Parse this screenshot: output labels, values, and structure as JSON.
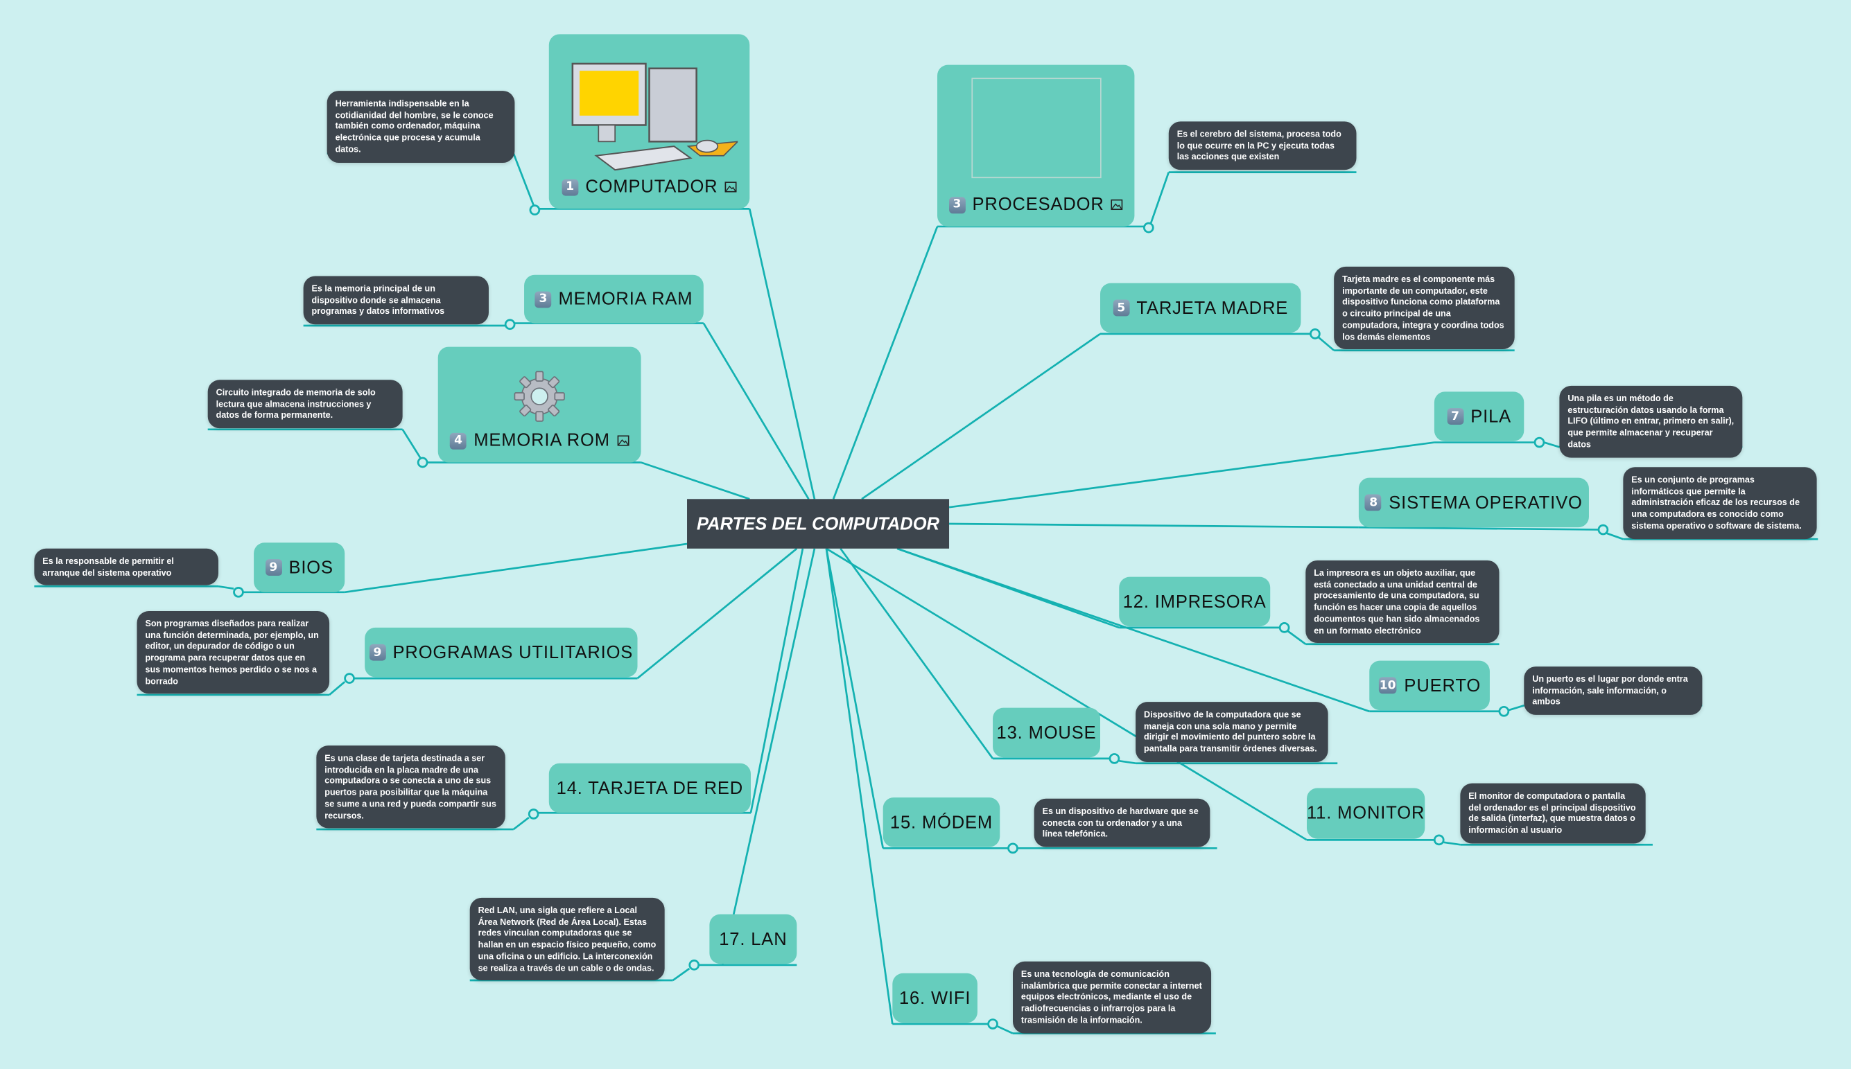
{
  "title": "PARTES DEL COMPUTADOR",
  "colors": {
    "background": "#cdf0f0",
    "node": "#66cdbd",
    "note": "#3d454d",
    "line": "#14b1b1"
  },
  "nodes": [
    {
      "badge": "1",
      "label": "COMPUTADOR",
      "note": "Herramienta indispensable en la cotidianidad del hombre, se le conoce también como ordenador, máquina electrónica que procesa y acumula datos."
    },
    {
      "badge": "3",
      "label": "PROCESADOR",
      "note": "Es el cerebro del sistema, procesa todo lo que ocurre en la PC y ejecuta todas las acciones que existen"
    },
    {
      "badge": "3",
      "label": "MEMORIA RAM",
      "note": "Es la memoria principal de un dispositivo donde se almacena programas y datos informativos"
    },
    {
      "badge": "4",
      "label": "MEMORIA ROM",
      "note": "Circuito integrado de memoria de solo lectura que almacena instrucciones y datos de forma permanente."
    },
    {
      "badge": "5",
      "label": "TARJETA MADRE",
      "note": "Tarjeta madre es el componente más importante de un computador, este dispositivo funciona como plataforma o circuito principal de una computadora, integra y coordina todos los demás elementos"
    },
    {
      "badge": "7",
      "label": "PILA",
      "note": "Una pila es un método de estructuración datos usando la forma LIFO (último en entrar, primero en salir), que permite almacenar y recuperar datos"
    },
    {
      "badge": "8",
      "label": "SISTEMA OPERATIVO",
      "note": "Es un conjunto de programas informáticos que permite la administración eficaz de los recursos de una computadora es conocido como sistema operativo o software de sistema."
    },
    {
      "badge": "9",
      "label": "BIOS",
      "note": "Es la responsable de permitir el arranque del sistema operativo"
    },
    {
      "badge": "9",
      "label": "PROGRAMAS UTILITARIOS",
      "note": "Son programas diseñados para realizar una función determinada, por ejemplo, un editor, un depurador de código o un programa para recuperar datos que en sus momentos hemos perdido o se nos a borrado"
    },
    {
      "label": "12. IMPRESORA",
      "note": "La impresora es un objeto auxiliar, que está conectado a una unidad central de procesamiento de una computadora, su función es hacer una copia de aquellos documentos que han sido almacenados en un formato electrónico"
    },
    {
      "badge": "10",
      "label": "PUERTO",
      "note": "Un puerto es el lugar por donde entra información, sale información, o ambos"
    },
    {
      "label": "13. MOUSE",
      "note": "Dispositivo de la computadora que se maneja con una sola mano y permite dirigir el movimiento del puntero sobre la pantalla para transmitir órdenes diversas."
    },
    {
      "label": "11. MONITOR",
      "note": "El monitor de computadora o pantalla del ordenador es el principal dispositivo de salida (interfaz), que muestra datos o información al usuario"
    },
    {
      "label": "14. TARJETA DE RED",
      "note": "Es una clase de tarjeta destinada a ser introducida en la placa madre de una computadora o se conecta a uno de sus puertos para posibilitar que la máquina se sume a una red y pueda compartir sus recursos."
    },
    {
      "label": "15. MÓDEM",
      "note": "Es un dispositivo de hardware que se conecta con tu ordenador y a una línea telefónica."
    },
    {
      "label": "17. LAN",
      "note": "Red LAN, una sigla que refiere a Local Área Network (Red de Área Local). Estas redes vinculan computadoras que se hallan en un espacio físico pequeño, como una oficina o un edificio. La interconexión se realiza a través de un cable o de ondas."
    },
    {
      "label": "16. WIFI",
      "note": "Es una tecnología de comunicación inalámbrica que permite conectar a internet equipos electrónicos, mediante el uso de radiofrecuencias o infrarrojos para la trasmisión de la información."
    }
  ]
}
